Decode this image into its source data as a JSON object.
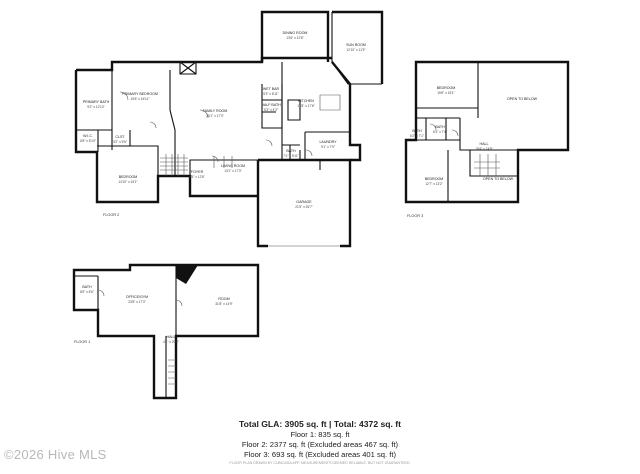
{
  "rooms": {
    "dining": {
      "name": "DINING ROOM",
      "dim": "13'6\" x 12'8\""
    },
    "sun": {
      "name": "SUN ROOM",
      "dim": "12'10\" x 11'9\""
    },
    "primary_bath": {
      "name": "PRIMARY BATH",
      "dim": "9'2\" x 12'10\""
    },
    "primary_bed": {
      "name": "PRIMARY BEDROOM",
      "dim": "15'6\" x 16'11\""
    },
    "wic": {
      "name": "W.I.C.",
      "dim": "6'8\" x 5'10\""
    },
    "closet": {
      "name": "CLST",
      "dim": "3'2\" x 5'6\""
    },
    "wet_bar": {
      "name": "WET BAR",
      "dim": "5'3\" x 6'11\""
    },
    "half_bath": {
      "name": "HALF BATH",
      "dim": "5'3\" x 4'3\""
    },
    "family": {
      "name": "FAMILY ROOM",
      "dim": "26'1\" x 17'3\""
    },
    "kitchen": {
      "name": "KITCHEN",
      "dim": "17'8\" x 17'6\""
    },
    "laundry": {
      "name": "LAUNDRY",
      "dim": "9'1\" x 7'9\""
    },
    "bath_main": {
      "name": "BATH",
      "dim": "7'1\" x 5'11\""
    },
    "bedroom_main": {
      "name": "BEDROOM",
      "dim": "14'10\" x 15'1\""
    },
    "foyer": {
      "name": "FOYER",
      "dim": "6'5\" x 12'6\""
    },
    "living": {
      "name": "LIVING ROOM",
      "dim": "13'1\" x 17'3\""
    },
    "garage": {
      "name": "GARAGE",
      "dim": "21'5\" x 26'7\""
    },
    "bedroom_up1": {
      "name": "BEDROOM",
      "dim": "15'6\" x 15'1\""
    },
    "open_below": {
      "name": "OPEN TO BELOW",
      "dim": ""
    },
    "bath_up": {
      "name": "BATH",
      "dim": "6'2\" x 7'1\""
    },
    "bath_up2": {
      "name": "BATH",
      "dim": "6'3\" x 7'4\""
    },
    "hall_up": {
      "name": "HALL",
      "dim": "18'4\" x 14'8\""
    },
    "bedroom_up2": {
      "name": "BEDROOM",
      "dim": "12'7\" x 13'2\""
    },
    "open_below2": {
      "name": "OPEN TO BELOW",
      "dim": ""
    },
    "bath_low": {
      "name": "BATH",
      "dim": "8'9\" x 6'6\""
    },
    "office": {
      "name": "OFFICE/GYM",
      "dim": "23'8\" x 17'3\""
    },
    "room_low": {
      "name": "ROOM",
      "dim": "31'8\" x 14'9\""
    },
    "hall_low": {
      "name": "HALL",
      "dim": "4'1\" x 20'8\""
    }
  },
  "floor_labels": {
    "floor2": "FLOOR 2",
    "floor3": "FLOOR 3",
    "floor1": "FLOOR 1"
  },
  "summary": {
    "total": "Total GLA: 3905 sq. ft | Total: 4372 sq. ft",
    "floor1": "Floor 1: 835 sq. ft",
    "floor2": "Floor 2: 2377 sq. ft (Excluded areas 467 sq. ft)",
    "floor3": "Floor 3: 693 sq. ft (Excluded areas 401 sq. ft)"
  },
  "disclaimer": "FLOOR PLAN DRAWN BY CUBICASA APP. MEASUREMENTS DEEMED RELIABLE, BUT NOT GUARANTEED.",
  "watermark": "©2026 Hive MLS"
}
